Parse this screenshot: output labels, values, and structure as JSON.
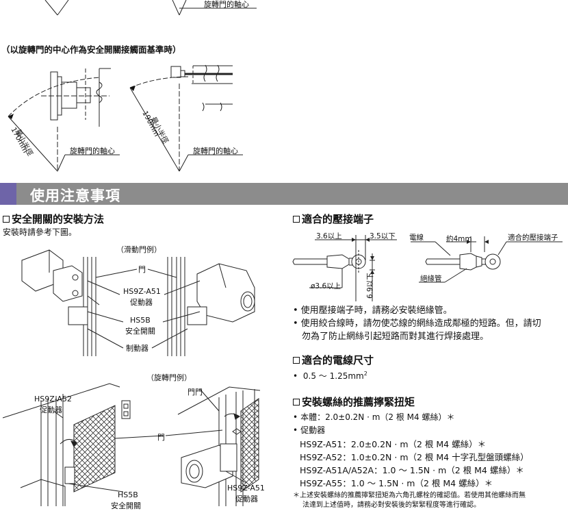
{
  "top_diagram": {
    "axis_label_top": "旋轉門的軸心",
    "condition_note": "（以旋轉門的中心作為安全開關接觸面基準時）",
    "left": {
      "radius_label": "最小半徑",
      "radius_value": "170mm",
      "axis_label": "旋轉門的軸心"
    },
    "right": {
      "radius_label": "最小半徑",
      "radius_value": "190mm",
      "axis_label": "旋轉門的軸心"
    }
  },
  "section": {
    "title": "使用注意事項"
  },
  "install": {
    "heading": "安全開關的安裝方法",
    "intro": "安裝時請參考下圖。",
    "sliding": {
      "caption": "（滑動門例）",
      "door": "門",
      "actuator_model": "HS9Z-A51",
      "actuator_label": "促動器",
      "switch_model": "HS5B",
      "switch_label": "安全開關",
      "stopper": "制動器"
    },
    "hinged": {
      "caption": "（旋轉門例）",
      "hinge": "門門",
      "actuator_left_model": "HS9Z-A52",
      "actuator_left_label": "促動器",
      "door": "門",
      "switch_model": "HS5B",
      "switch_label": "安全開關",
      "actuator_right_model": "HS9Z-A51",
      "actuator_right_label": "促動器"
    }
  },
  "terminal": {
    "heading": "適合的壓接端子",
    "dim_a": "3.6以上",
    "dim_b": "3.5以下",
    "wire_label": "電線",
    "dim_c": "約4mm",
    "terminal_label": "適合的壓接端子",
    "dim_d": "ø3.6以上",
    "dim_e": "6.9以下",
    "tube_label": "絕緣管",
    "bullets": [
      "使用壓接端子時，請務必安裝絕緣管。",
      "使用絞合線時，請勿使芯線的網絲造成鄰極的短路。但，請切",
      "勿為了防止網絲引起短路而對其進行焊接處理。"
    ]
  },
  "wire_size": {
    "heading": "適合的電線尺寸",
    "value": "0.5 ～ 1.25mm",
    "exp": "2"
  },
  "torque": {
    "heading": "安裝螺絲的推薦擰緊扭矩",
    "body_line": "本體：2.0±0.2N · m（2 根 M4 螺絲）＊",
    "actuator_title": "促動器",
    "lines": [
      "HS9Z-A51：2.0±0.2N · m（2 根 M4 螺絲）＊",
      "HS9Z-A52：1.0±0.2N · m（2 根 M4 十字孔型盤頭螺絲）",
      "HS9Z-A51A/A52A：1.0 ～ 1.5N · m（2 根 M4 螺絲）＊",
      "HS9Z-A55：1.0 ～ 1.5N · m（2 根 M4 螺絲）＊"
    ],
    "footnote_1": "＊上述安裝螺絲的推薦擰緊扭矩為六角孔螺栓的確認值。若使用其他螺絲而無",
    "footnote_2": "法達到上述值時，請務必對安裝後的緊緊程度等進行確認。"
  }
}
